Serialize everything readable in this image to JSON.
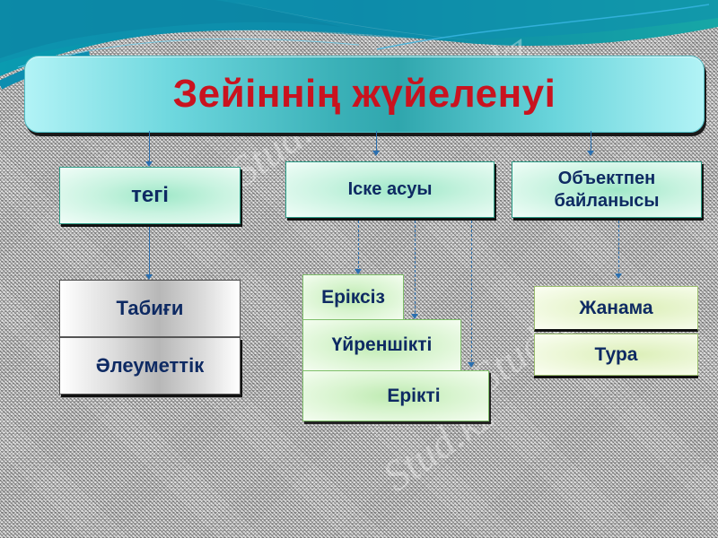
{
  "title": "Зейіннің жүйеленуі",
  "colors": {
    "title_text": "#c9131f",
    "label_text": "#0e2a63",
    "banner_teal": "#3cb2b9",
    "arrow": "#2a6fb0"
  },
  "categories": [
    {
      "label": "тегі",
      "children": [
        "Табиғи",
        "Әлеуметтік"
      ]
    },
    {
      "label": "Іске асуы",
      "children": [
        "Еріксіз",
        "Үйреншікті",
        "Ерікті"
      ]
    },
    {
      "label_line1": "Объектпен",
      "label_line2": "байланысы",
      "children": [
        "Жанама",
        "Тура"
      ]
    }
  ],
  "watermark": "Stud.kz"
}
